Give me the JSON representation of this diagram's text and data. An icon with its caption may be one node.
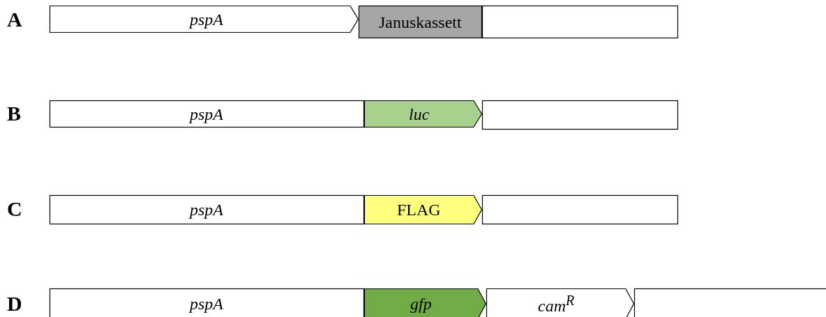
{
  "diagram": {
    "nodes": [
      {
        "text": [
          "pspA"
        ]
      },
      {
        "text": [
          "Januskassett"
        ]
      },
      {
        "text": [],
        "shape": "box"
      },
      {
        "text": [
          "pspA"
        ]
      },
      {
        "text": [
          "luc"
        ]
      },
      {
        "text": [],
        "shape": "box"
      },
      {
        "text": [
          "pspA"
        ]
      },
      {
        "text": [
          "FLAG"
        ]
      },
      {
        "text": [],
        "shape": "box"
      },
      {
        "text": [
          "pspA"
        ]
      },
      {
        "text": [
          "gfp"
        ]
      },
      {
        "text": [
          "cam$^{R}$"
        ]
      },
      {
        "text": [],
        "shape": "box"
      }
    ],
    "labels": [
      "A",
      "B",
      "C",
      "D"
    ]
  }
}
